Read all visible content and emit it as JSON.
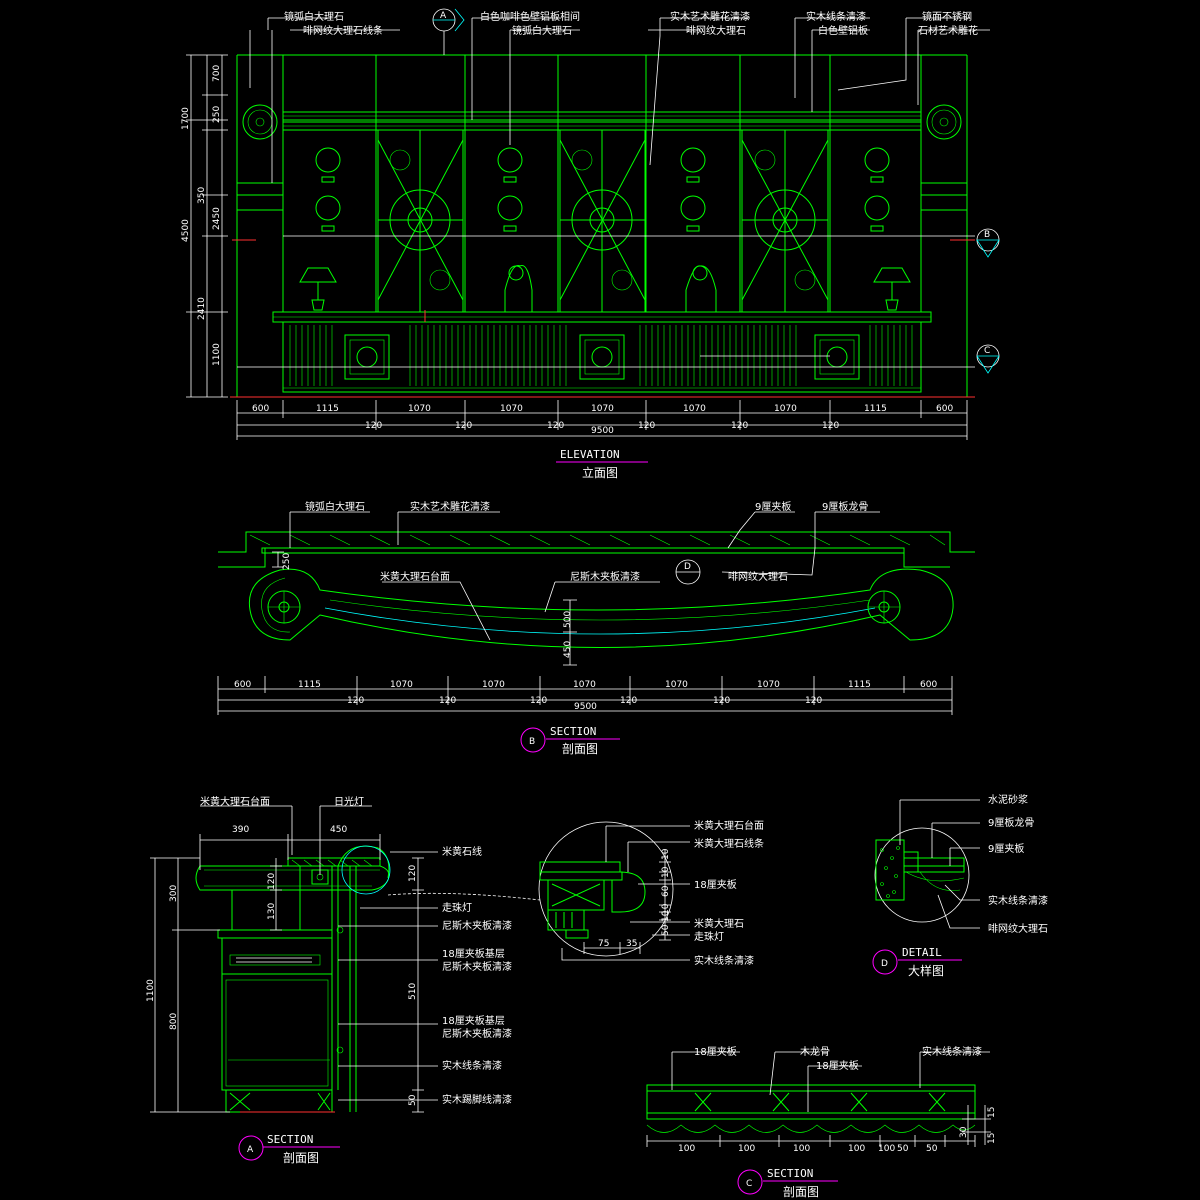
{
  "elevation": {
    "title_en": "ELEVATION",
    "title_cn": "立面图",
    "callouts_top": [
      "镜弧白大理石",
      "啡网纹大理石线条",
      "白色咖啡色壁铝板相间",
      "镜弧白大理石",
      "实木艺术雕花清漆",
      "啡网纹大理石",
      "实木线条清漆",
      "白色壁铝板",
      "镜面不锈钢",
      "石材艺术雕花"
    ],
    "marker_a": "A",
    "marker_b": "B",
    "marker_c": "C",
    "vdims_outer": [
      "1700",
      "4500",
      "2410"
    ],
    "vdims_inner": [
      "700",
      "250",
      "350",
      "2450",
      "1100"
    ],
    "hdims_top": [
      "600",
      "1115",
      "1070",
      "1070",
      "1070",
      "1070",
      "1070",
      "1115",
      "600"
    ],
    "hdims_small": [
      "120",
      "120",
      "120",
      "120",
      "120",
      "120"
    ],
    "total": "9500"
  },
  "section_b": {
    "label": "B",
    "title_en": "SECTION",
    "title_cn": "剖面图",
    "callouts": [
      "镜弧白大理石",
      "实木艺术雕花清漆",
      "9厘夹板",
      "9厘板龙骨",
      "米黄大理石台面",
      "尼斯木夹板清漆",
      "啡网纹大理石"
    ],
    "marker_d": "D",
    "vdims": [
      "250",
      "500",
      "450"
    ],
    "hdims_top": [
      "600",
      "1115",
      "1070",
      "1070",
      "1070",
      "1070",
      "1070",
      "1115",
      "600"
    ],
    "hdims_small": [
      "120",
      "120",
      "120",
      "120",
      "120",
      "120"
    ],
    "total": "9500"
  },
  "section_a": {
    "label": "A",
    "title_en": "SECTION",
    "title_cn": "剖面图",
    "top_labels": [
      "米黄大理石台面",
      "日光灯"
    ],
    "top_dims": [
      "390",
      "450"
    ],
    "left_dims": [
      "1100",
      "300",
      "800"
    ],
    "inner_dims": [
      "120",
      "130",
      "510",
      "120",
      "50"
    ],
    "callouts": [
      "米黄石线",
      "走珠灯",
      "尼斯木夹板清漆",
      "18厘夹板基层",
      "尼斯木夹板清漆",
      "18厘夹板基层",
      "尼斯木夹板清漆",
      "实木线条清漆",
      "实木踢脚线清漆"
    ]
  },
  "detail_circle": {
    "callouts": [
      "米黄大理石台面",
      "米黄大理石线条",
      "18厘夹板",
      "米黄大理石",
      "走珠灯",
      "实木线条清漆"
    ],
    "vdims": [
      "10",
      "10",
      "60",
      "10",
      "10",
      "50"
    ],
    "hdims": [
      "75",
      "35"
    ]
  },
  "detail_d": {
    "label": "D",
    "title_en": "DETAIL",
    "title_cn": "大样图",
    "callouts": [
      "水泥砂浆",
      "9厘板龙骨",
      "9厘夹板",
      "实木线条清漆",
      "啡网纹大理石"
    ]
  },
  "section_c": {
    "label": "C",
    "title_en": "SECTION",
    "title_cn": "剖面图",
    "callouts": [
      "18厘夹板",
      "木龙骨",
      "18厘夹板",
      "实木线条清漆"
    ],
    "hdims": [
      "100",
      "100",
      "100",
      "100",
      "100",
      "50",
      "50"
    ],
    "vdims": [
      "30",
      "15",
      "15"
    ]
  },
  "colors": {
    "line": "#00ff00",
    "cyan": "#00ffff",
    "text": "#ffffff",
    "red": "#ff3030",
    "magenta": "#ff00ff",
    "background": "#000000"
  }
}
